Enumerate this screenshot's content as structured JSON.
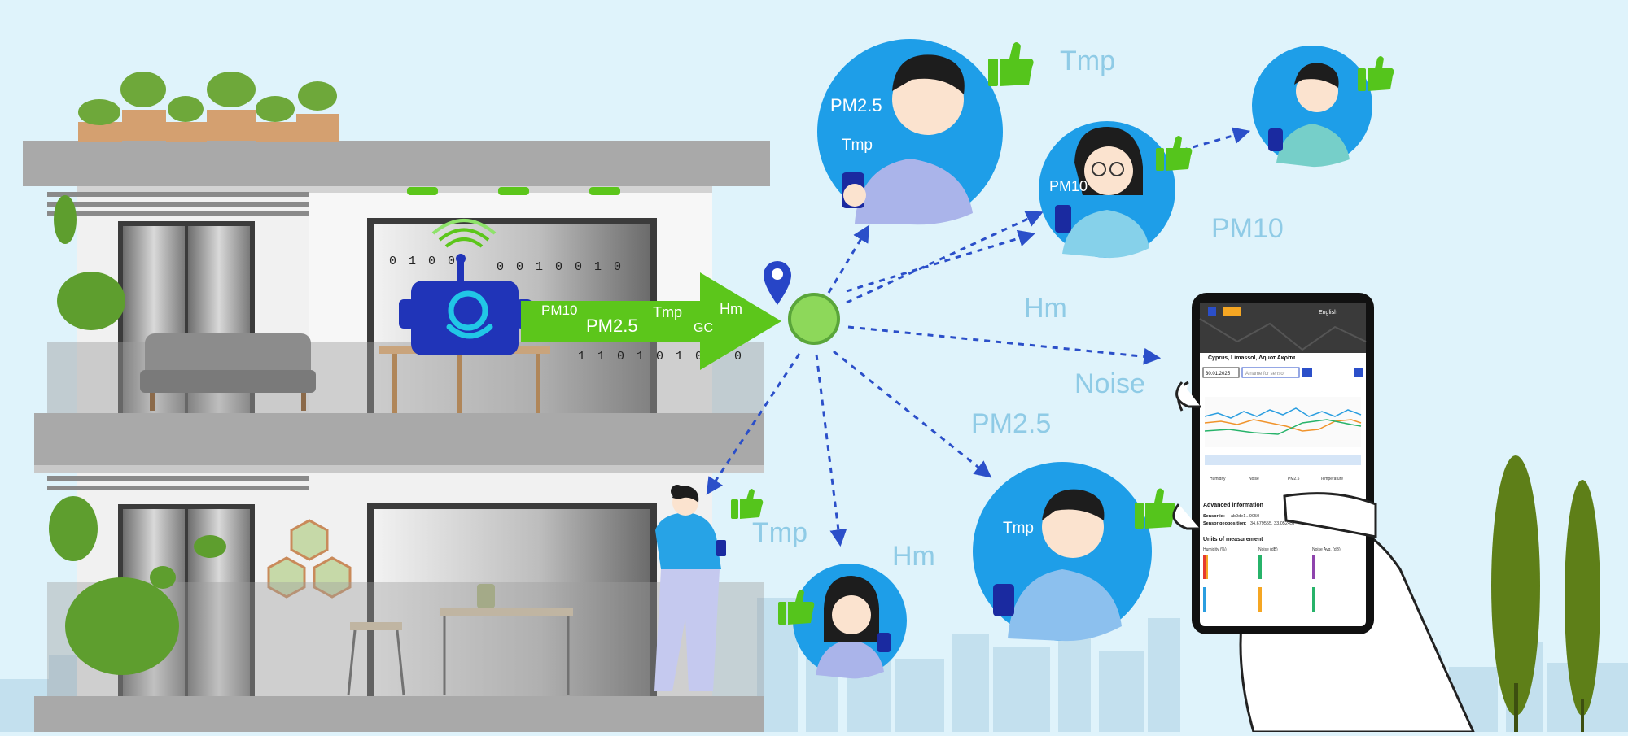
{
  "sensor_device": {
    "binary_left": "0 1 0 0",
    "binary_right": "0 0 1 0 0 1 0",
    "binary_bottom": "1 1 0 1 0 1 0 1 0",
    "arrow_labels": {
      "pm10": "PM10",
      "pm25": "PM2.5",
      "tmp": "Tmp",
      "gc": "GC",
      "hm": "Hm"
    }
  },
  "floating_labels": {
    "tmp_top": "Tmp",
    "pm10_right": "PM10",
    "hm_mid": "Hm",
    "noise": "Noise",
    "pm25_mid": "PM2.5",
    "tmp_balcony": "Tmp",
    "hm_bottom": "Hm"
  },
  "user_circles": {
    "boy_top": {
      "pm25": "PM2.5",
      "tmp": "Tmp"
    },
    "girl_glasses": {
      "pm10": "PM10"
    },
    "boy_bottom_right": {
      "tmp": "Tmp"
    }
  },
  "phone_app": {
    "language": "English",
    "location": "Cyprus, Limassol, Δημοτ Ακρίτα",
    "date": "30.01.2025",
    "search_placeholder": "A name for sensor",
    "legend": [
      "Humidity",
      "Noise",
      "PM2.5",
      "Temperature"
    ],
    "advanced_title": "Advanced information",
    "sensor_id_label": "Sensor id:",
    "sensor_id_value": "ab9de1...9050",
    "geoposition_label": "Sensor geoposition:",
    "geoposition_value": "34.679555, 33.052457",
    "units_title": "Units of measurement",
    "units_columns": [
      "Humidity (%)",
      "Noise (dB)",
      "Noise Avg. (dB)"
    ]
  },
  "colors": {
    "sky": "#dff3fb",
    "arrow_green": "#5cc61b",
    "node_green": "#8dd85a",
    "circle_blue": "#1e9ee8",
    "dash_blue": "#2b4fc9",
    "thumb_green": "#55c51c"
  }
}
